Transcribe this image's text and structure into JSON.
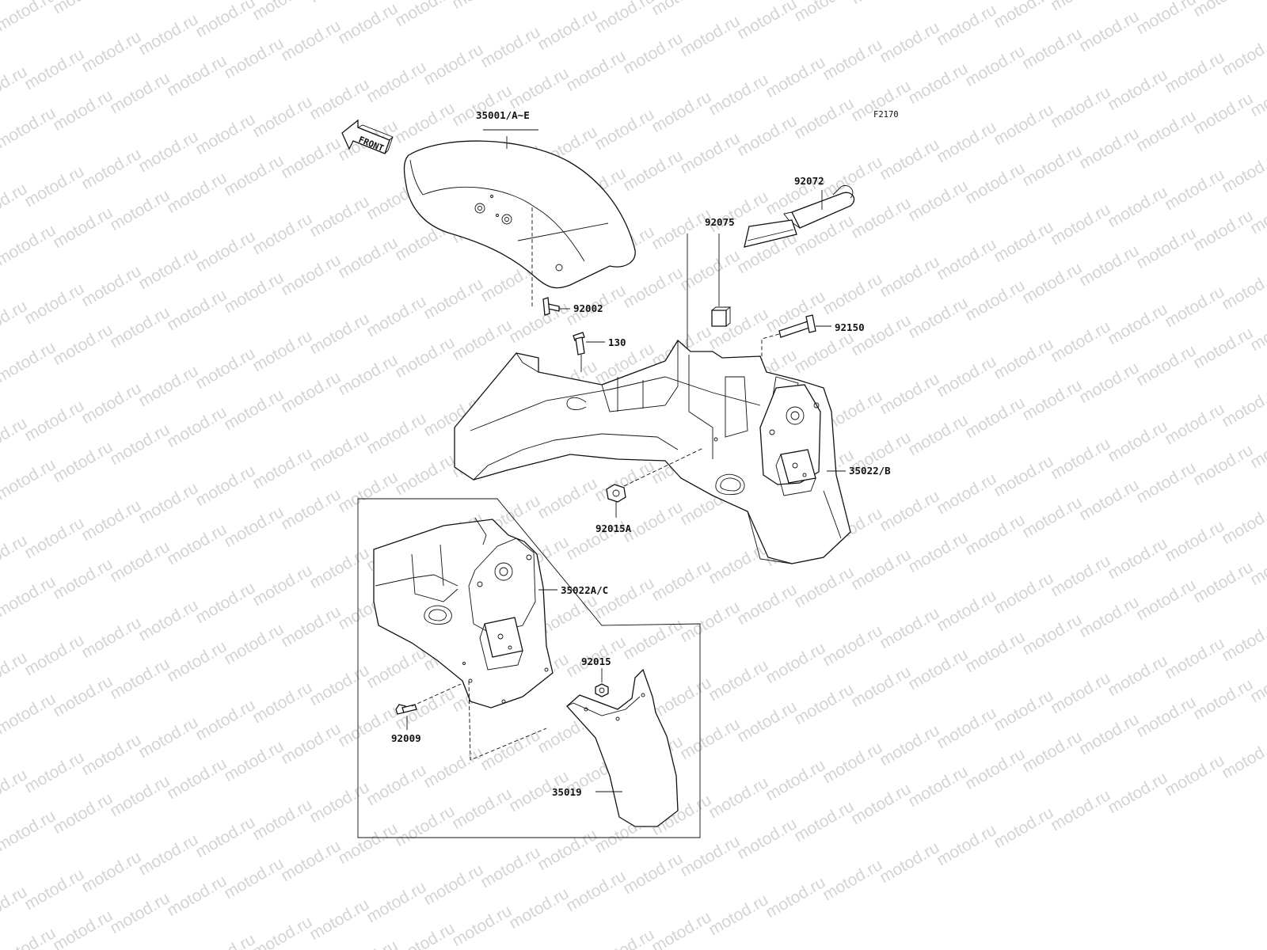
{
  "figure_code": "F2170",
  "front_arrow_label": "FRONT",
  "watermark_text": "motod.ru",
  "colors": {
    "line": "#111111",
    "watermark": "#d4d4d4",
    "background": "#ffffff"
  },
  "parts": {
    "front_fender": "35001/A~E",
    "bolt_92002": "92002",
    "bolt_130": "130",
    "pad_92075": "92075",
    "strap_92072": "92072",
    "bolt_92150": "92150",
    "rear_fender": "35022/B",
    "nut_92015A": "92015A",
    "rear_fender_alt": "35022A/C",
    "nut_92015": "92015",
    "screw_92009": "92009",
    "rear_flap": "35019"
  }
}
